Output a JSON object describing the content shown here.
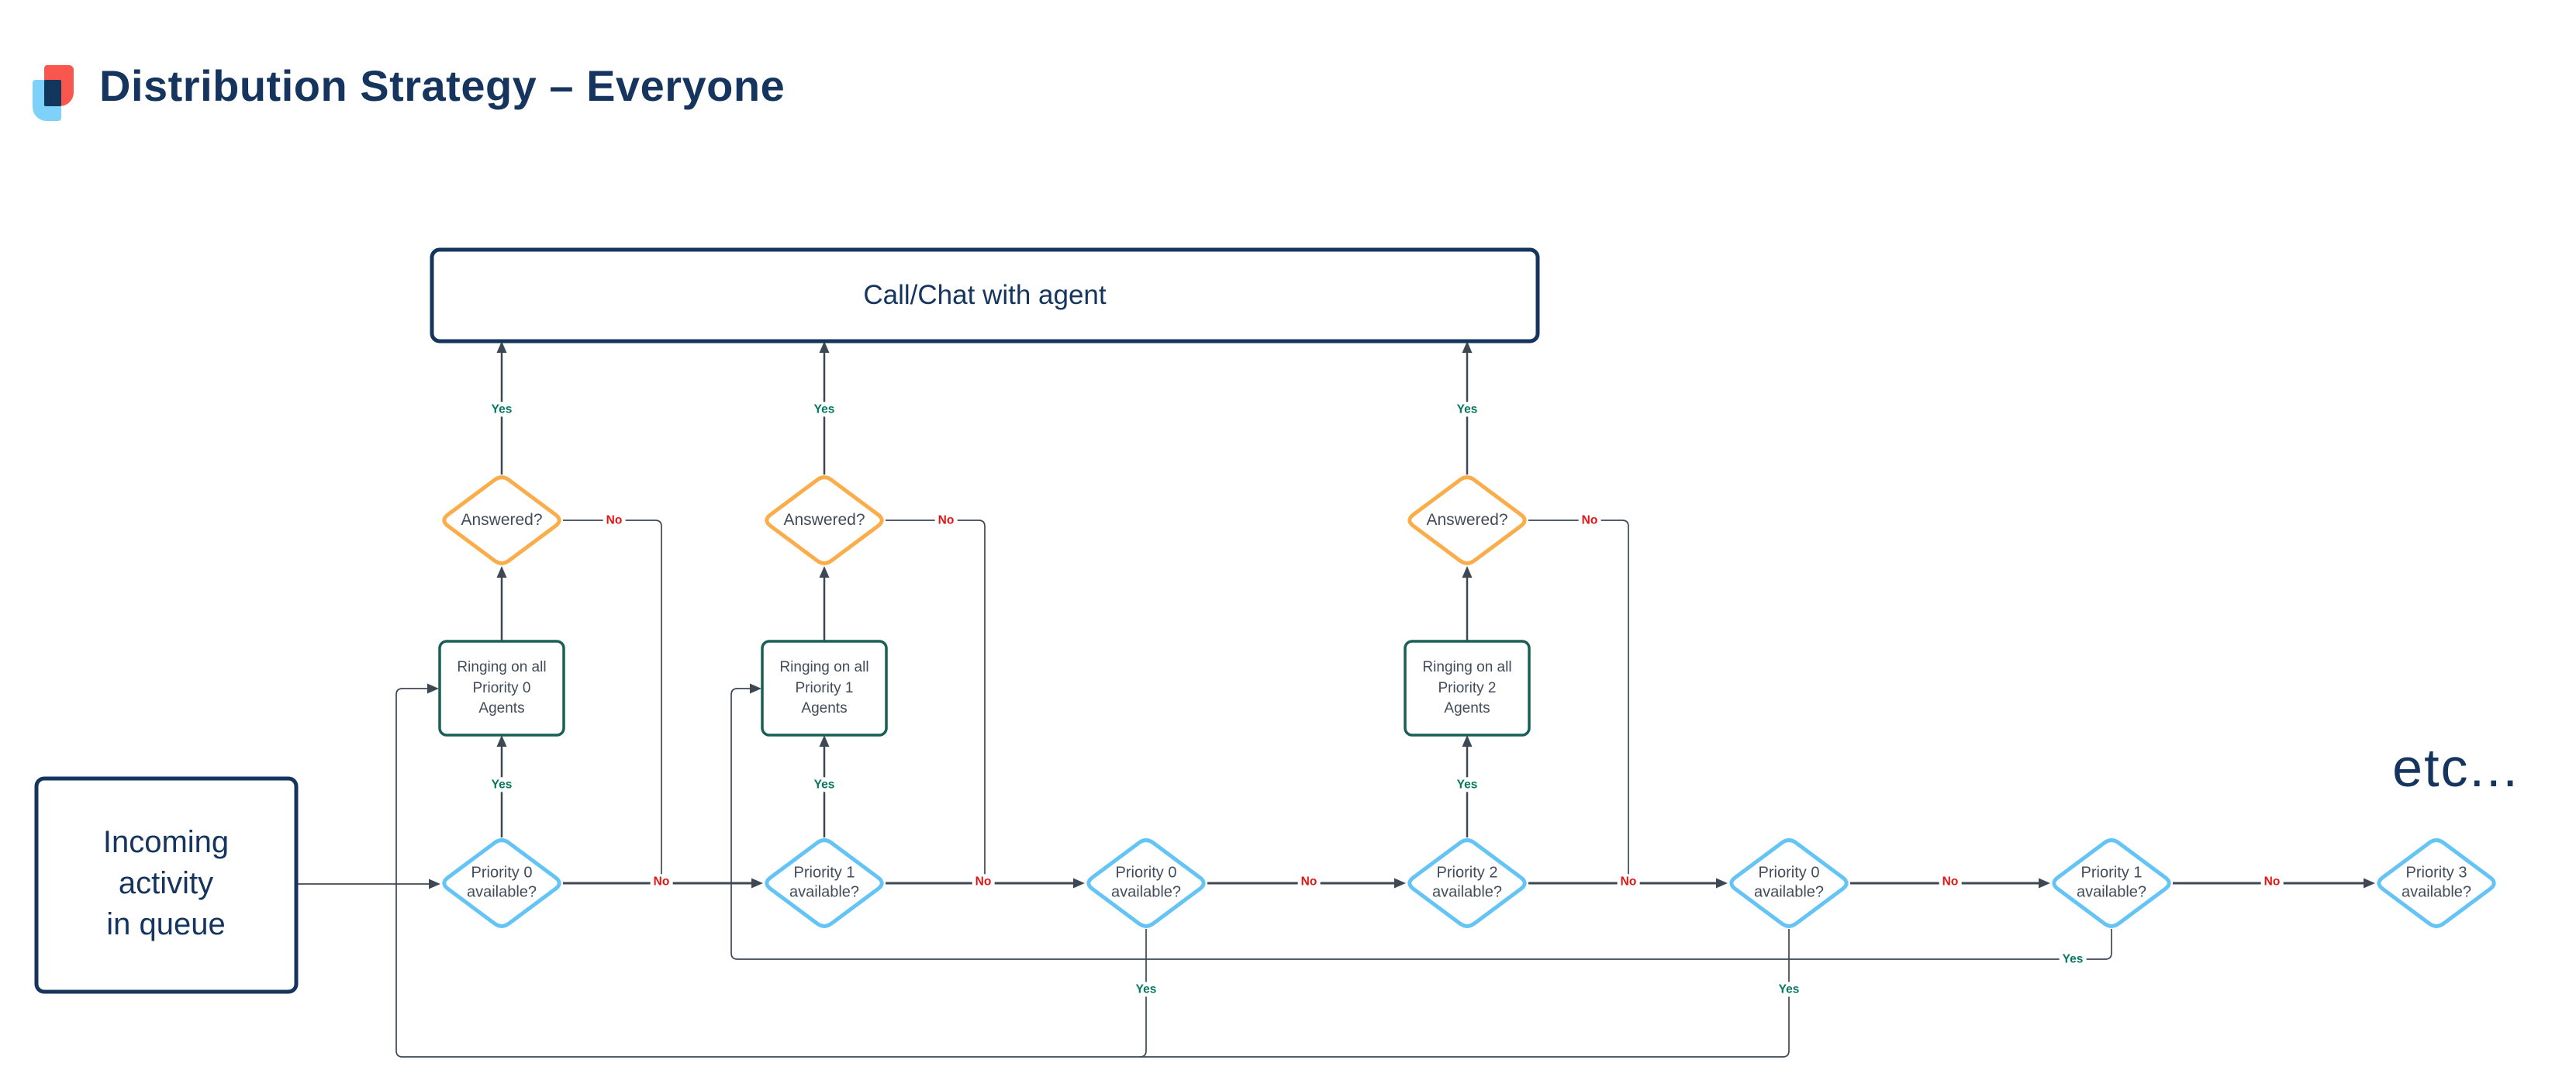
{
  "header": {
    "title": "Distribution Strategy – Everyone",
    "logo_colors": {
      "red": "#F9564D",
      "light_blue": "#7ED1F8",
      "navy": "#13365D"
    }
  },
  "flowchart": {
    "colors": {
      "navy": "#16355E",
      "orange_diamond": "#FBAD4B",
      "blue_diamond": "#64C4F6",
      "teal_box": "#185F55",
      "line": "#3E4854",
      "yes_green": "#06785D",
      "no_red": "#E11414",
      "node_text": "#424C59"
    },
    "nodes": {
      "call_chat": {
        "label": "Call/Chat with agent"
      },
      "incoming_queue": {
        "label": "Incoming\nactivity\nin queue"
      },
      "ringing_p0": {
        "label": "Ringing on all\nPriority 0\nAgents"
      },
      "ringing_p1": {
        "label": "Ringing on all\nPriority 1\nAgents"
      },
      "ringing_p2": {
        "label": "Ringing on all\nPriority 2\nAgents"
      },
      "answered": {
        "label": "Answered?"
      },
      "priority_0": {
        "label": "Priority 0\navailable?"
      },
      "priority_1": {
        "label": "Priority 1\navailable?"
      },
      "priority_2": {
        "label": "Priority 2\navailable?"
      },
      "priority_3": {
        "label": "Priority 3\navailable?"
      },
      "etc": {
        "label": "etc..."
      }
    },
    "edge_labels": {
      "yes": "Yes",
      "no": "No"
    }
  }
}
